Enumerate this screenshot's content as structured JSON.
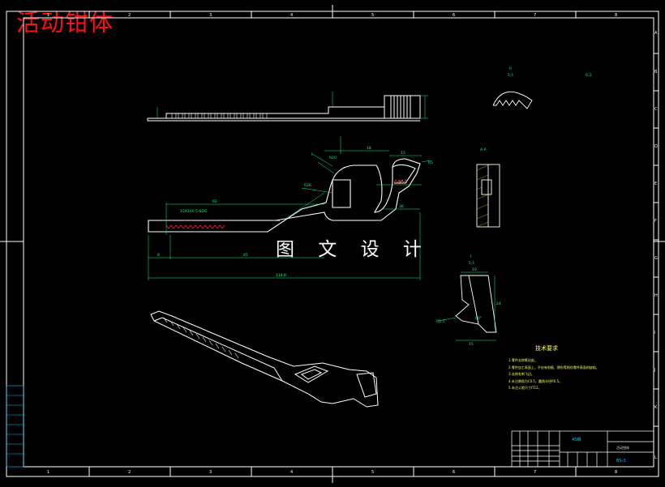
{
  "title": "活动钳体",
  "watermark": "图 文 设 计",
  "tech_requirements": {
    "title": "技术要求",
    "items": [
      "1.零件去除氧化皮。",
      "2.零件加工表面上，不应有划痕、擦伤等损伤零件表面的缺陷。",
      "3.去除毛刺飞边。",
      "4.未注倒角为C0.5，圆角半径R0.5。",
      "5.未注公差尺寸IT12。"
    ]
  },
  "title_block": {
    "material": "45钢",
    "part_name": "活动钳体",
    "code": "BS-3"
  },
  "border": {
    "col_numbers": [
      "1",
      "2",
      "3",
      "4",
      "5",
      "6",
      "7",
      "8"
    ],
    "row_letters": [
      "A",
      "B",
      "C",
      "D",
      "E",
      "F",
      "G",
      "H",
      "I",
      "J",
      "K",
      "L"
    ]
  },
  "labels": {
    "section_a": "A-A",
    "detail_1": "I",
    "scale_1": "5:1",
    "detail_2": "II",
    "scale_2": "5:1",
    "dim_overall": "114.8",
    "dim_62": "62",
    "dim_65": "65",
    "dim_8": "8",
    "dim_18": "18",
    "dim_13": "13",
    "dim_45": "45",
    "dim_36": "36",
    "dim_r20": "R20",
    "dim_r26": "R26",
    "dim_r5": "R5",
    "dim_rack": "15X1X0.5-6DG",
    "dim_10": "10",
    "dim_24": "24",
    "dim_15": "15",
    "dim_r25": "R2.5",
    "dim_60": "60°",
    "small_roughness": "6.3"
  }
}
